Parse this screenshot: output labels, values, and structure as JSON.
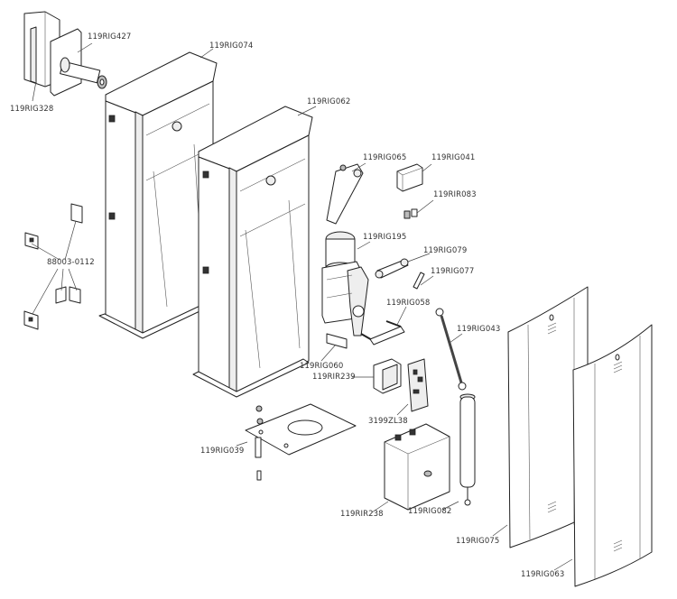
{
  "diagram": {
    "type": "exploded-parts-diagram",
    "parts": [
      {
        "id": "119RIG427",
        "label": "119RIG427",
        "description": "wall bracket with bearing shaft"
      },
      {
        "id": "119RIG328",
        "label": "119RIG328",
        "description": "U-shaped bracket"
      },
      {
        "id": "119RIG074",
        "label": "119RIG074",
        "description": "cabinet housing (rear)"
      },
      {
        "id": "119RIG062",
        "label": "119RIG062",
        "description": "cabinet housing (front)"
      },
      {
        "id": "119RIG065",
        "label": "119RIG065",
        "description": "lever arm"
      },
      {
        "id": "119RIG041",
        "label": "119RIG041",
        "description": "cover block"
      },
      {
        "id": "119RIR083",
        "label": "119RIR083",
        "description": "small connector"
      },
      {
        "id": "119RIG195",
        "label": "119RIG195",
        "description": "gear motor"
      },
      {
        "id": "119RIG079",
        "label": "119RIG079",
        "description": "linkage arm"
      },
      {
        "id": "119RIG077",
        "label": "119RIG077",
        "description": "pin"
      },
      {
        "id": "119RIG058",
        "label": "119RIG058",
        "description": "bolt bracket"
      },
      {
        "id": "119RIG043",
        "label": "119RIG043",
        "description": "tie rod"
      },
      {
        "id": "88003-0112",
        "label": "88003-0112",
        "description": "door hinge plates"
      },
      {
        "id": "119RIG060",
        "label": "119RIG060",
        "description": "clamp"
      },
      {
        "id": "119RIR239",
        "label": "119RIR239",
        "description": "transformer"
      },
      {
        "id": "3199ZL38",
        "label": "3199ZL38",
        "description": "control board"
      },
      {
        "id": "119RIG039",
        "label": "119RIG039",
        "description": "foundation plate"
      },
      {
        "id": "119RIR238",
        "label": "119RIR238",
        "description": "control box"
      },
      {
        "id": "119RIG082",
        "label": "119RIG082",
        "description": "gas spring / damper"
      },
      {
        "id": "119RIG075",
        "label": "119RIG075",
        "description": "door panel (rear)"
      },
      {
        "id": "119RIG063",
        "label": "119RIG063",
        "description": "door panel (front)"
      }
    ]
  }
}
